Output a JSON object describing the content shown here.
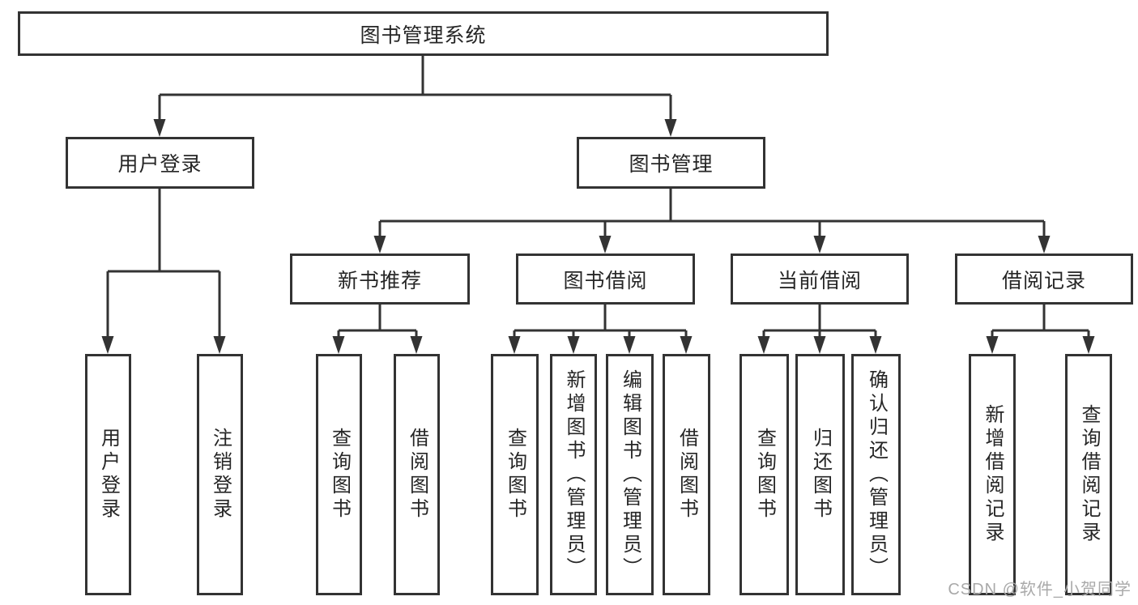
{
  "colors": {
    "line": "#333333",
    "text": "#262626",
    "background": "#ffffff",
    "watermark": "#a9a9a9"
  },
  "watermark": {
    "text": "CSDN @软件_小贺同学"
  },
  "tree": {
    "label": "图书管理系统",
    "children": [
      {
        "label": "用户登录",
        "children": [
          {
            "label": "用户登录"
          },
          {
            "label": "注销登录"
          }
        ]
      },
      {
        "label": "图书管理",
        "children": [
          {
            "label": "新书推荐",
            "children": [
              {
                "label": "查询图书"
              },
              {
                "label": "借阅图书"
              }
            ]
          },
          {
            "label": "图书借阅",
            "children": [
              {
                "label": "查询图书"
              },
              {
                "label": "新增图书（管理员）"
              },
              {
                "label": "编辑图书（管理员）"
              },
              {
                "label": "借阅图书"
              }
            ]
          },
          {
            "label": "当前借阅",
            "children": [
              {
                "label": "查询图书"
              },
              {
                "label": "归还图书"
              },
              {
                "label": "确认归还（管理员）"
              }
            ]
          },
          {
            "label": "借阅记录",
            "children": [
              {
                "label": "新增借阅记录"
              },
              {
                "label": "查询借阅记录"
              }
            ]
          }
        ]
      }
    ]
  }
}
